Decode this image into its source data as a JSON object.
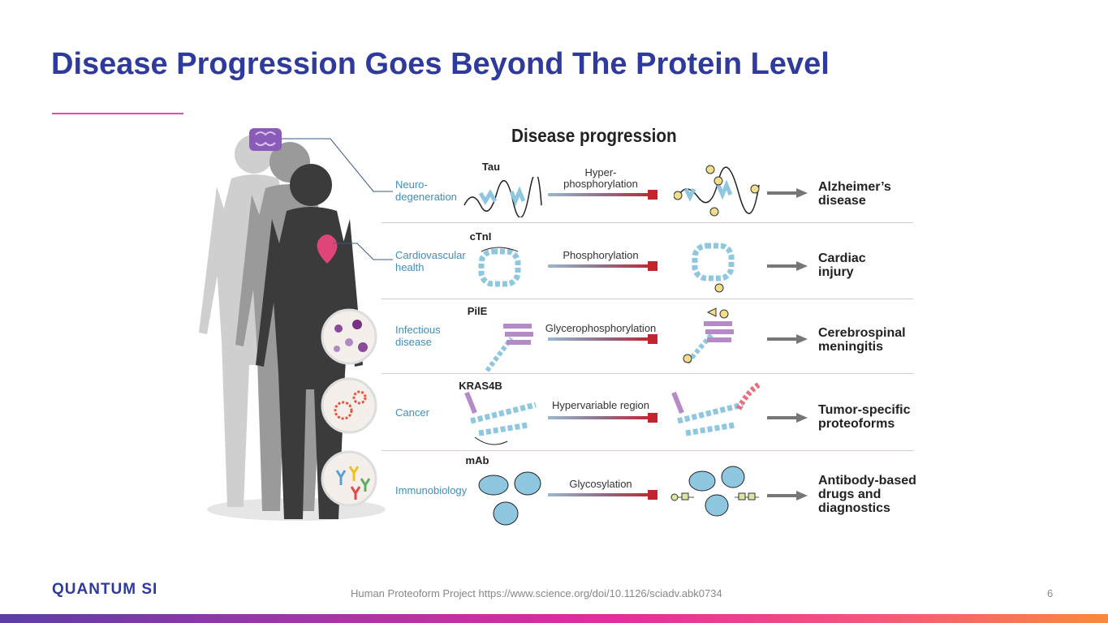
{
  "slide": {
    "title": "Disease Progression Goes Beyond The Protein Level",
    "page_number": "6",
    "citation": "Human Proteoform Project https://www.science.org/doi/10.1126/sciadv.abk0734",
    "logo": "QUANTUM SI"
  },
  "figure": {
    "title": "Disease progression",
    "rows": [
      {
        "category": "Neuro-\ndegeneration",
        "protein": "Tau",
        "process": "Hyper-\nphosphorylation",
        "outcome": "Alzheimer’s\ndisease"
      },
      {
        "category": "Cardiovascular\nhealth",
        "protein": "cTnI",
        "process": "Phosphorylation",
        "outcome": "Cardiac\ninjury"
      },
      {
        "category": "Infectious\ndisease",
        "protein": "PilE",
        "process": "Glycerophosphorylation",
        "outcome": "Cerebrospinal\nmeningitis"
      },
      {
        "category": "Cancer",
        "protein": "KRAS4B",
        "process": "Hypervariable region",
        "outcome": "Tumor-specific\nproteoforms"
      },
      {
        "category": "Immunobiology",
        "protein": "mAb",
        "process": "Glycosylation",
        "outcome": "Antibody-based\ndrugs and\ndiagnostics"
      }
    ]
  },
  "colors": {
    "title": "#2f3b9c",
    "category": "#3f8fb8",
    "ribbon": "#8fc7e0",
    "modification": "#f2de8a",
    "accent": "#c0272d"
  }
}
